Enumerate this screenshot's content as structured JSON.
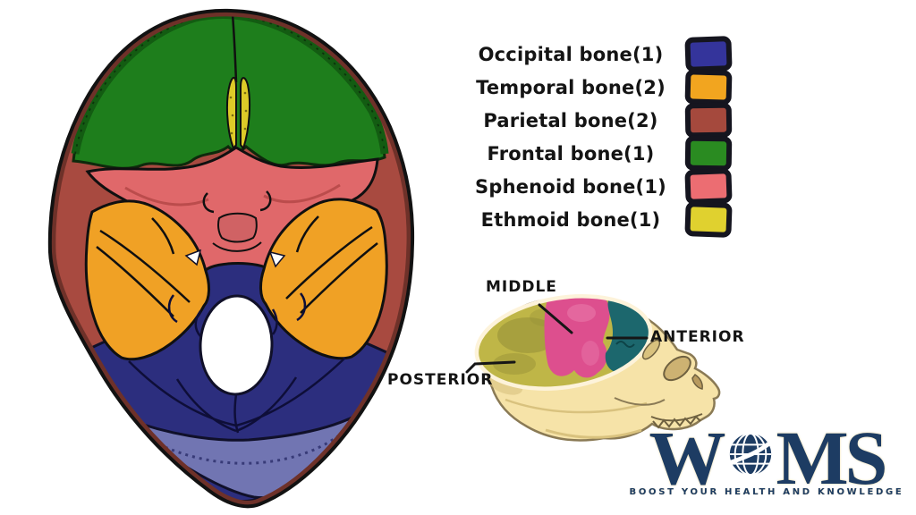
{
  "legend": {
    "items": [
      {
        "label": "Occipital bone(1)",
        "color": "#34349b"
      },
      {
        "label": "Temporal bone(2)",
        "color": "#f2a51f"
      },
      {
        "label": "Parietal bone(2)",
        "color": "#a5493d"
      },
      {
        "label": "Frontal bone(1)",
        "color": "#2a8b21"
      },
      {
        "label": "Sphenoid bone(1)",
        "color": "#ec6d72"
      },
      {
        "label": "Ethmoid bone(1)",
        "color": "#e0d12f"
      }
    ]
  },
  "fossae": {
    "middle": "MIDDLE",
    "anterior": "ANTERIOR",
    "posterior": "POSTERIOR"
  },
  "logo": {
    "word_start": "W",
    "word_end": "MS",
    "tagline": "BOOST YOUR HEALTH AND KNOWLEDGE"
  },
  "colors": {
    "occipital": "#2c2e7e",
    "temporal": "#f0a125",
    "parietal": "#a84a40",
    "parietal_rim": "#6e3129",
    "frontal": "#1e7e1c",
    "frontal_bevel": "#135c12",
    "sphenoid": "#e0686a",
    "ethmoid": "#ddca28",
    "occipital_squama": "#7175b2",
    "foramen": "#ffffff",
    "fossa_posterior": "#bfb647",
    "fossa_middle": "#dd4f8e",
    "fossa_anterior": "#1c676d",
    "skull_bone": "#f6e3a8",
    "logo_navy": "#1d3c63"
  }
}
